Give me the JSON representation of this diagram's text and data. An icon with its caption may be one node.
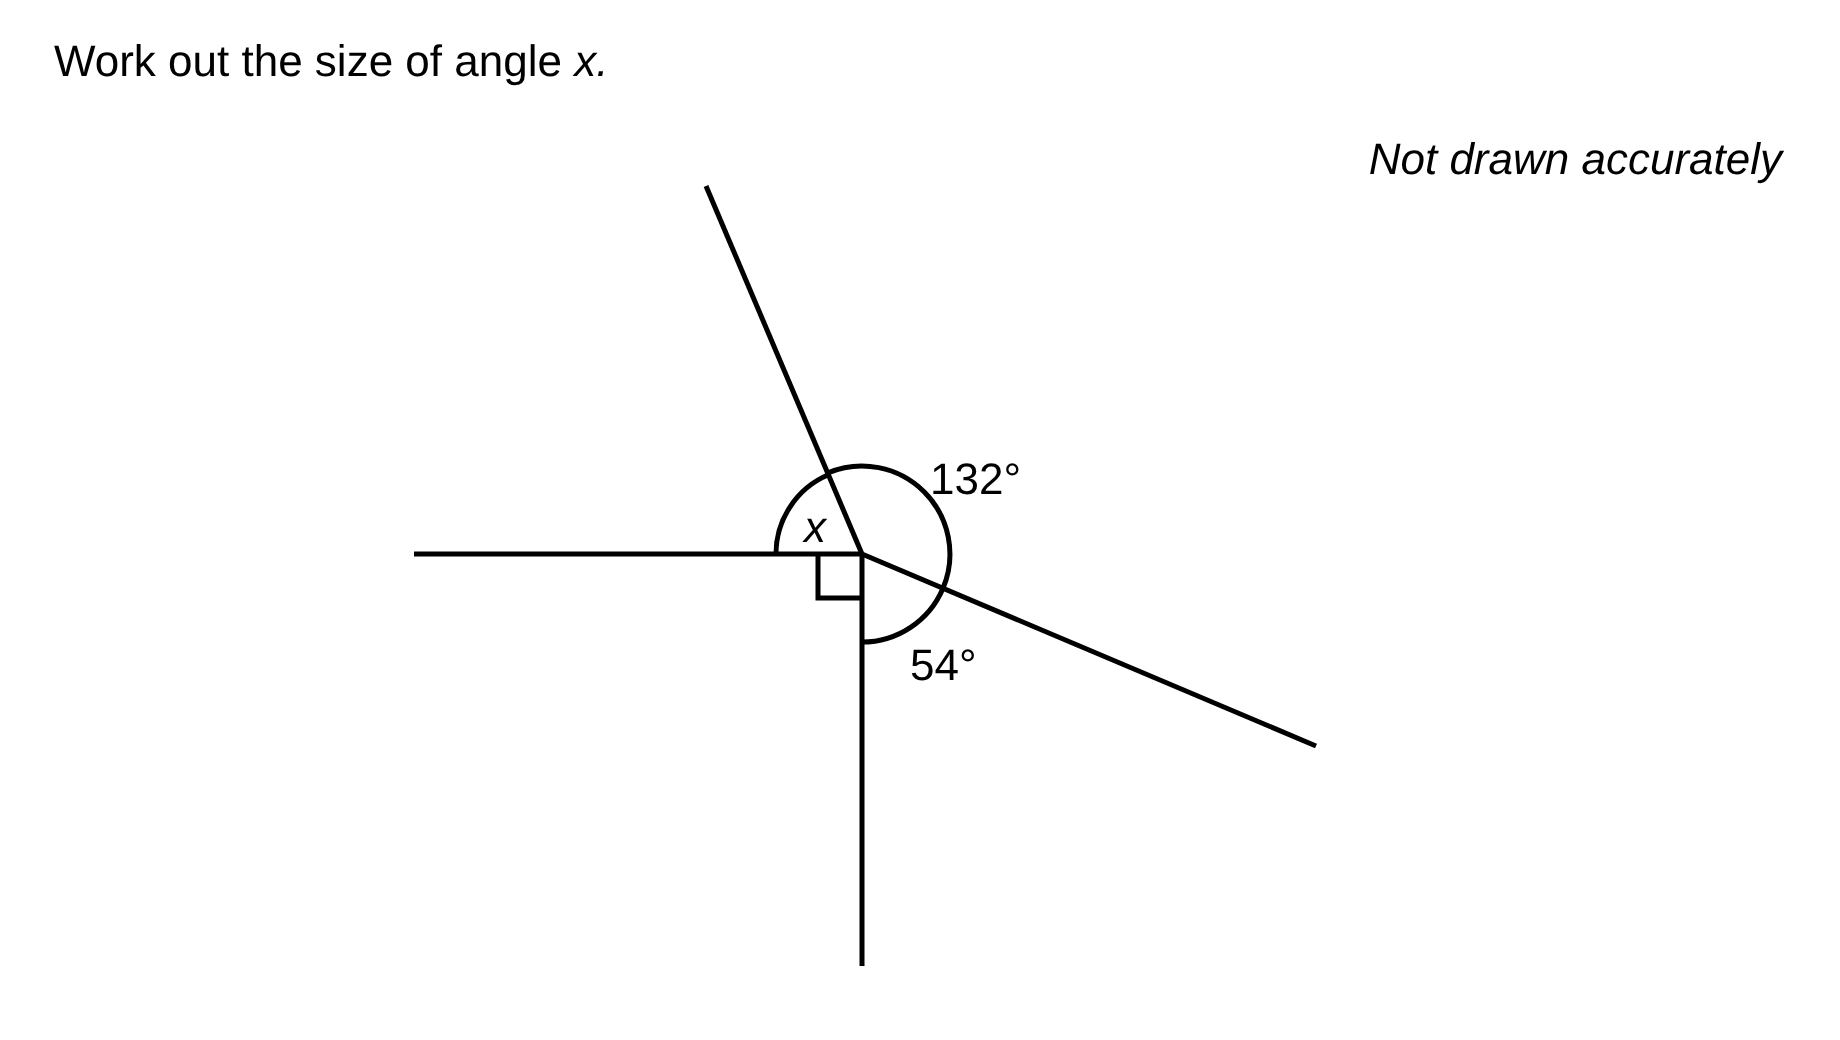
{
  "diagram": {
    "title": "Work out the size of angle *x.*",
    "labels": [
      "Not drawn accurately",
      "132°",
      "x",
      "54°"
    ]
  }
}
